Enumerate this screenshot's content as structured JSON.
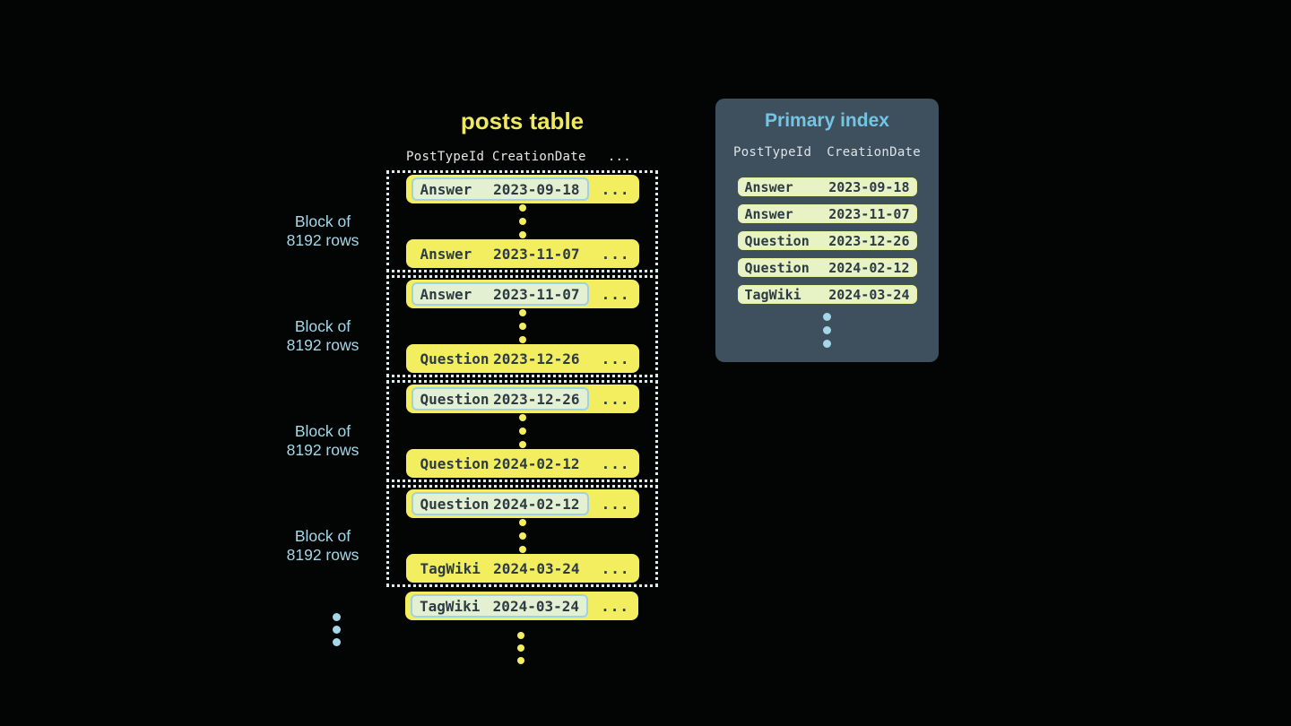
{
  "posts_table": {
    "title": "posts table",
    "header": {
      "col1": "PostTypeId",
      "col2": "CreationDate",
      "col3": "..."
    },
    "block_label": {
      "line1": "Block of",
      "line2": "8192 rows"
    },
    "ellipsis": "...",
    "blocks": [
      {
        "first": {
          "type": "Answer",
          "date": "2023-09-18"
        },
        "last": {
          "type": "Answer",
          "date": "2023-11-07"
        }
      },
      {
        "first": {
          "type": "Answer",
          "date": "2023-11-07"
        },
        "last": {
          "type": "Question",
          "date": "2023-12-26"
        }
      },
      {
        "first": {
          "type": "Question",
          "date": "2023-12-26"
        },
        "last": {
          "type": "Question",
          "date": "2024-02-12"
        }
      },
      {
        "first": {
          "type": "Question",
          "date": "2024-02-12"
        },
        "last": {
          "type": "TagWiki",
          "date": "2024-03-24"
        }
      }
    ],
    "overflow_row": {
      "type": "TagWiki",
      "date": "2024-03-24"
    }
  },
  "primary_index": {
    "title": "Primary index",
    "header": {
      "col1": "PostTypeId",
      "col2": "CreationDate"
    },
    "rows": [
      {
        "type": "Answer",
        "date": "2023-09-18"
      },
      {
        "type": "Answer",
        "date": "2023-11-07"
      },
      {
        "type": "Question",
        "date": "2023-12-26"
      },
      {
        "type": "Question",
        "date": "2024-02-12"
      },
      {
        "type": "TagWiki",
        "date": "2024-03-24"
      }
    ]
  },
  "colors": {
    "background": "#030504",
    "row_yellow": "#f2ee5f",
    "highlight_fill": "#e4f0d2",
    "highlight_border": "#9ed2e5",
    "index_row_fill": "#e7f2c5",
    "index_row_border": "#eef19b",
    "panel_background": "#3e4f5d",
    "accent_blue": "#a5d7e8",
    "index_title_blue": "#72c6e3",
    "title_yellow": "#eeea5c",
    "dark_text": "#2d3b45",
    "dotted_border": "#d9edf5",
    "header_text": "#e4e9e9"
  }
}
